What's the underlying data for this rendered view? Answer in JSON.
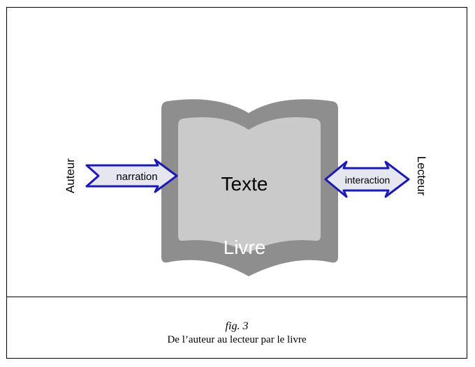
{
  "diagram": {
    "center_label": "Texte",
    "book_label": "Livre",
    "left_actor": "Auteur",
    "right_actor": "Lecteur",
    "left_arrow_label": "narration",
    "right_arrow_label": "interaction"
  },
  "caption": {
    "figure": "fig. 3",
    "description": "De l’auteur au lecteur par le livre"
  },
  "colors": {
    "book_outer": "#8e8e8e",
    "book_inner": "#cacaca",
    "arrow_stroke": "#1a1ab4",
    "arrow_fill": "#e6e6f0"
  }
}
